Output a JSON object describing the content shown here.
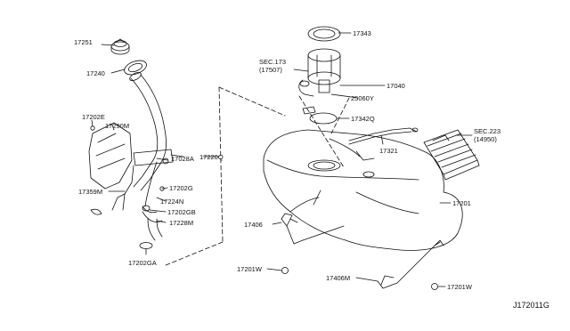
{
  "diagram": {
    "reference_code": "J172011G",
    "labels": {
      "p17251": "17251",
      "p17240": "17240",
      "p17202E": "17202E",
      "p17290M": "17290M",
      "p17028A": "17028A",
      "p17220Q": "17220Q",
      "p17202G": "17202G",
      "p17359M": "17359M",
      "p17224N": "17224N",
      "p17202GB": "17202GB",
      "p17228M": "17228M",
      "p17202GA": "17202GA",
      "p17343": "17343",
      "sec173": "SEC.173",
      "sec173sub": "(17507)",
      "p17040": "17040",
      "p25060Y": "25060Y",
      "p17342Q": "17342Q",
      "p17321": "17321",
      "sec223": "SEC.223",
      "sec223sub": "(14950)",
      "p17201": "17201",
      "p17406": "17406",
      "p17201W_left": "17201W",
      "p17406M": "17406M",
      "p17201W_right": "17201W"
    }
  }
}
